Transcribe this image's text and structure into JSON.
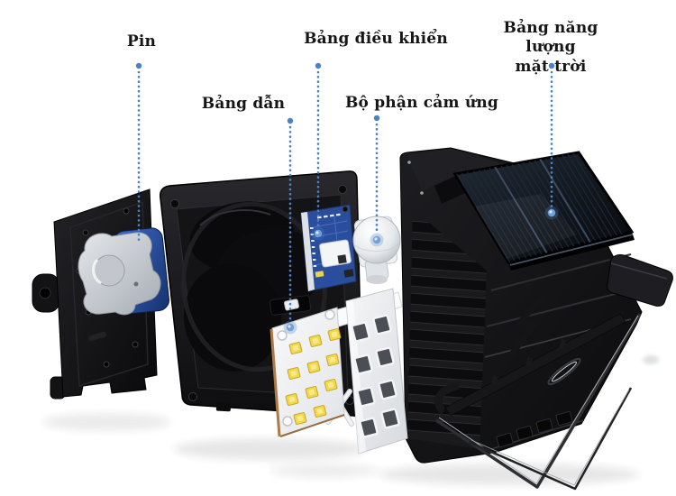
{
  "figure": {
    "type": "exploded-diagram"
  },
  "labels": [
    {
      "id": "battery",
      "text": "Pin"
    },
    {
      "id": "led-board",
      "text": "Bảng dẫn"
    },
    {
      "id": "control-board",
      "text": "Bảng điều khiển"
    },
    {
      "id": "sensor",
      "text": "Bộ phận cảm ứng"
    },
    {
      "id": "solar-panel",
      "text": "Bảng năng lượng\nmặt trời"
    }
  ],
  "colors": {
    "background": "#ffffff",
    "label_text": "#161616",
    "callout_line": "#4a82c6",
    "callout_end_dot": "#6ea0da",
    "housing_black": "#141416",
    "pcb_blue": "#2a4d9c",
    "led_chip_yellow": "#f3d84a",
    "battery_blue": "#2b57ae",
    "holder_silver": "#c7cad0",
    "board_white": "#f2f3f5",
    "solar_cell_dark": "#0a0e14"
  }
}
